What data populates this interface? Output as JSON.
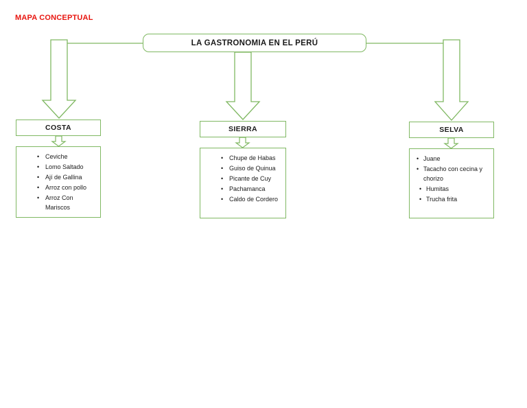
{
  "document": {
    "title": "MAPA CONCEPTUAL",
    "title_color": "#e8150f"
  },
  "theme": {
    "border_color": "#7fb862",
    "text_color": "#1a1a1a",
    "background": "#ffffff"
  },
  "map": {
    "root": {
      "label": "LA GASTRONOMIA EN EL PERÚ"
    },
    "branches": [
      {
        "id": "costa",
        "label": "COSTA",
        "items": [
          "Ceviche",
          "Lomo Saltado",
          "Ají de Gallina",
          "Arroz con pollo",
          "Arroz Con Mariscos"
        ]
      },
      {
        "id": "sierra",
        "label": "SIERRA",
        "items": [
          "Chupe de Habas",
          "Guiso de Quinua",
          "Picante de Cuy",
          "Pachamanca",
          "Caldo de Cordero"
        ]
      },
      {
        "id": "selva",
        "label": "SELVA",
        "items": [
          "Juane",
          "Tacacho con cecina y chorizo",
          "Humitas",
          "Trucha frita"
        ]
      }
    ]
  }
}
